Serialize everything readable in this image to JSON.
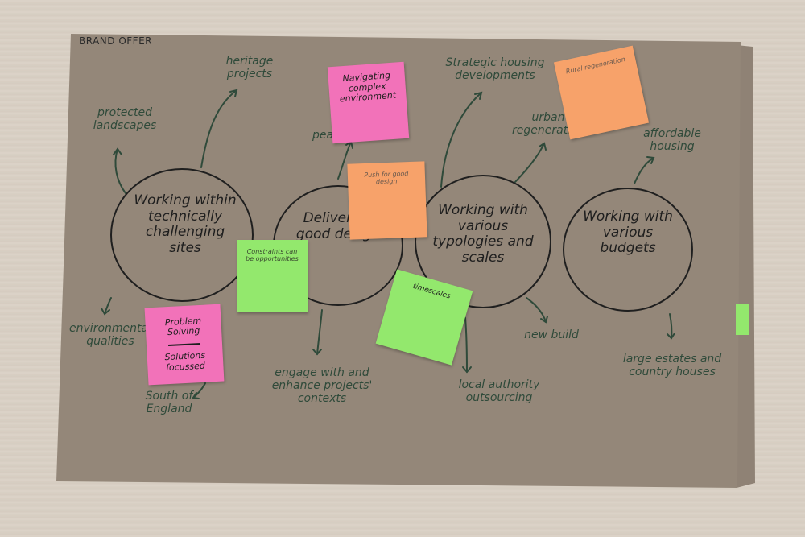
{
  "board": {
    "title": "BRAND OFFER"
  },
  "circles": [
    {
      "text": "Working within technically challenging sites"
    },
    {
      "text": "Delivering good design"
    },
    {
      "text": "Working with various typologies and scales"
    },
    {
      "text": "Working with various budgets"
    }
  ],
  "labels": {
    "heritage": "heritage projects",
    "protected": "protected landscapes",
    "environmental": "environmental qualities",
    "south": "South of England",
    "engage": "engage with and enhance projects' contexts",
    "strategic": "Strategic housing developments",
    "urban": "urban regeneration",
    "affordable": "affordable housing",
    "newbuild": "new build",
    "local": "local authority outsourcing",
    "estates": "large estates and country houses",
    "peano": "peano"
  },
  "notes": {
    "navigating": "Navigating complex environment",
    "rural": "Rural regeneration",
    "push": "Push for good design",
    "constraints": "Constraints can be opportunities",
    "problem": "Problem Solving",
    "solutions": "Solutions focussed",
    "timescales": "timescales"
  },
  "colors": {
    "paper": "#948779",
    "pink": "#f272b9",
    "orange": "#f7a26a",
    "green": "#93e86d",
    "ink_green": "#2f4a3a"
  }
}
